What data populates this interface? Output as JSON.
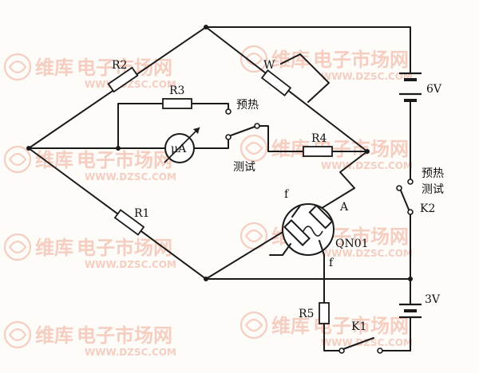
{
  "labels": {
    "R1": "R1",
    "R2": "R2",
    "R3": "R3",
    "R4": "R4",
    "R5": "R5",
    "W": "W",
    "meter": "μA",
    "preheat": "预热",
    "test": "测试",
    "sensor": "QN01",
    "f_top": "f",
    "f_bottom": "f",
    "A": "A",
    "K1": "K1",
    "K2": "K2",
    "K2_preheat": "预热",
    "K2_test": "测试",
    "battery_6v": "6V",
    "battery_3v": "3V"
  },
  "watermark": {
    "brand": "维库",
    "text": "电子市场网",
    "url": "WWW.DZSC.COM",
    "color": "#f0a894"
  }
}
